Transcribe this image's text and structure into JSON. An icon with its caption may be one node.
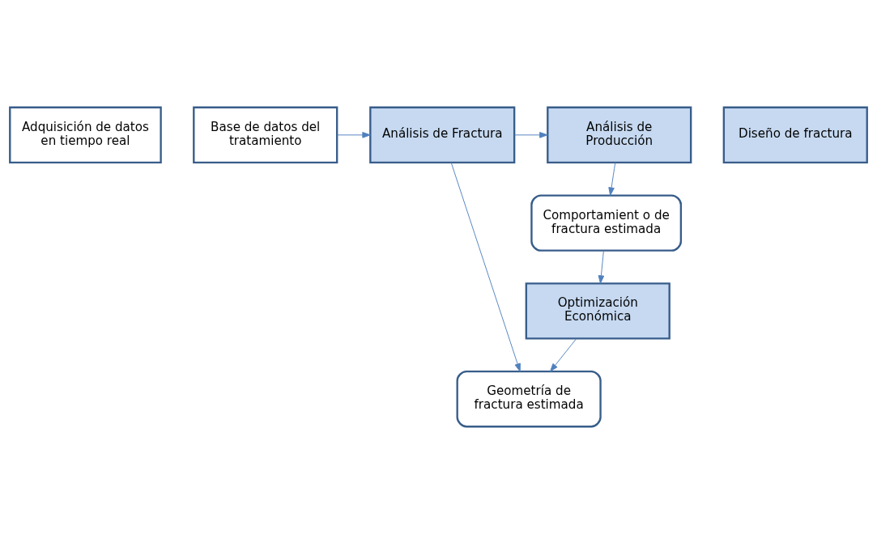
{
  "diagram": {
    "nodes": [
      {
        "text": [
          "Adquisición de datos en tiempo real"
        ]
      },
      {
        "text": [
          "Base de datos del tratamiento"
        ]
      },
      {
        "text": [
          "Diseño de fractura"
        ]
      },
      {
        "text": [
          "Análisis de Fractura"
        ]
      },
      {
        "text": [
          "Análisis de Producción"
        ]
      },
      {
        "text": [
          "Geometría de fractura estimada"
        ]
      },
      {
        "text": [
          "Comportamient o de fractura estimada"
        ]
      },
      {
        "text": [
          "Optimización Económica"
        ]
      }
    ],
    "edges": [
      {
        "from": 1,
        "to": 3,
        "arrow": "to"
      },
      {
        "from": 3,
        "to": 4,
        "arrow": "to"
      },
      {
        "from": 3,
        "to": 5,
        "arrow": "to"
      },
      {
        "from": 4,
        "to": 6,
        "arrow": "to"
      },
      {
        "from": 6,
        "to": 7,
        "arrow": "to"
      },
      {
        "from": 7,
        "to": 5,
        "arrow": "to"
      }
    ]
  }
}
